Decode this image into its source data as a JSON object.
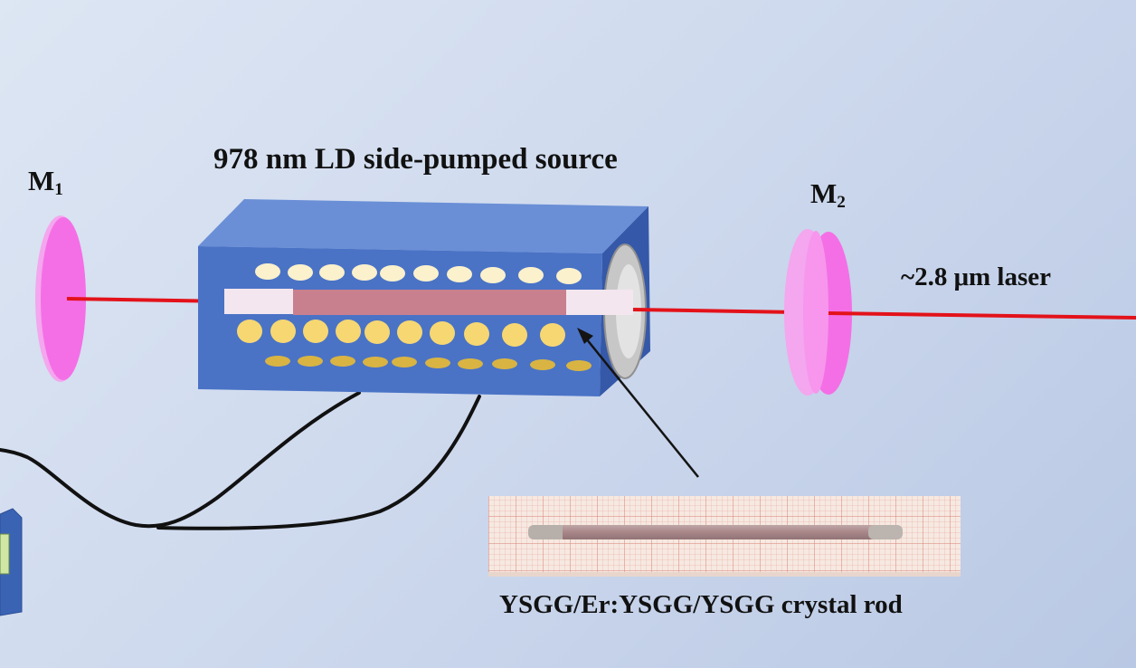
{
  "labels": {
    "title": "978 nm LD side-pumped source",
    "m1_main": "M",
    "m1_sub": "1",
    "m2_main": "M",
    "m2_sub": "2",
    "output": "~2.8 μm laser",
    "rod": "YSGG/Er:YSGG/YSGG crystal rod"
  },
  "colors": {
    "mirror": "#f46fe6",
    "mirror_edge": "#f4a6ee",
    "beam": "#e3121a",
    "housing_front": "#4a73c6",
    "housing_top": "#6a8fd6",
    "housing_side": "#3558a8",
    "diode_top": "#fbf1cc",
    "diode_middle": "#f7d772",
    "diode_bottom": "#d9b443",
    "rod_doped": "#c9808e",
    "rod_undoped": "#f3e6ef",
    "cable": "#111111",
    "arrow": "#141414"
  }
}
